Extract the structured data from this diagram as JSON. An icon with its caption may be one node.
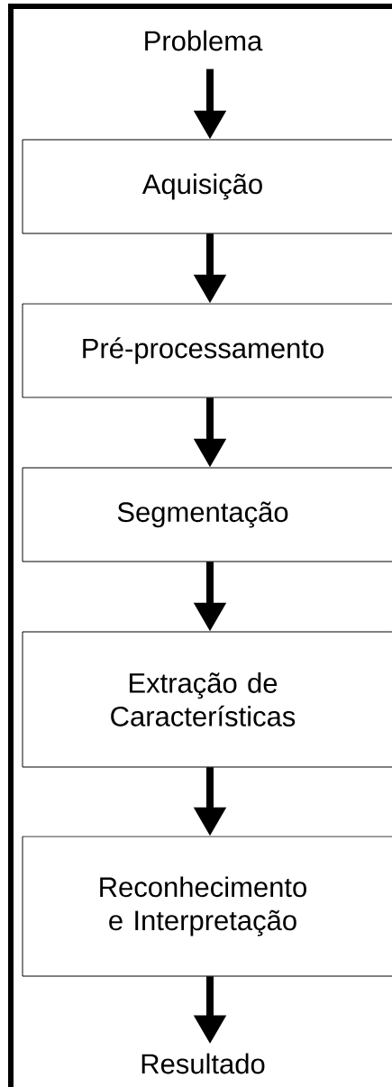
{
  "diagram": {
    "nodes": [
      {
        "text": [
          "Problema"
        ]
      },
      {
        "text": [
          "Aquisição"
        ]
      },
      {
        "text": [
          "Pré-processamento"
        ]
      },
      {
        "text": [
          "Segmentação"
        ]
      },
      {
        "text": [
          "Extração de Características"
        ]
      },
      {
        "text": [
          "Reconhecimento e Interpretação"
        ]
      },
      {
        "text": [
          "Resultado"
        ]
      }
    ],
    "edges": [
      {
        "from": 0,
        "to": 1,
        "arrow": "to"
      },
      {
        "from": 1,
        "to": 2,
        "arrow": "to"
      },
      {
        "from": 2,
        "to": 3,
        "arrow": "to"
      },
      {
        "from": 3,
        "to": 4,
        "arrow": "to"
      },
      {
        "from": 4,
        "to": 5,
        "arrow": "to"
      },
      {
        "from": 5,
        "to": 6,
        "arrow": "to"
      }
    ]
  }
}
